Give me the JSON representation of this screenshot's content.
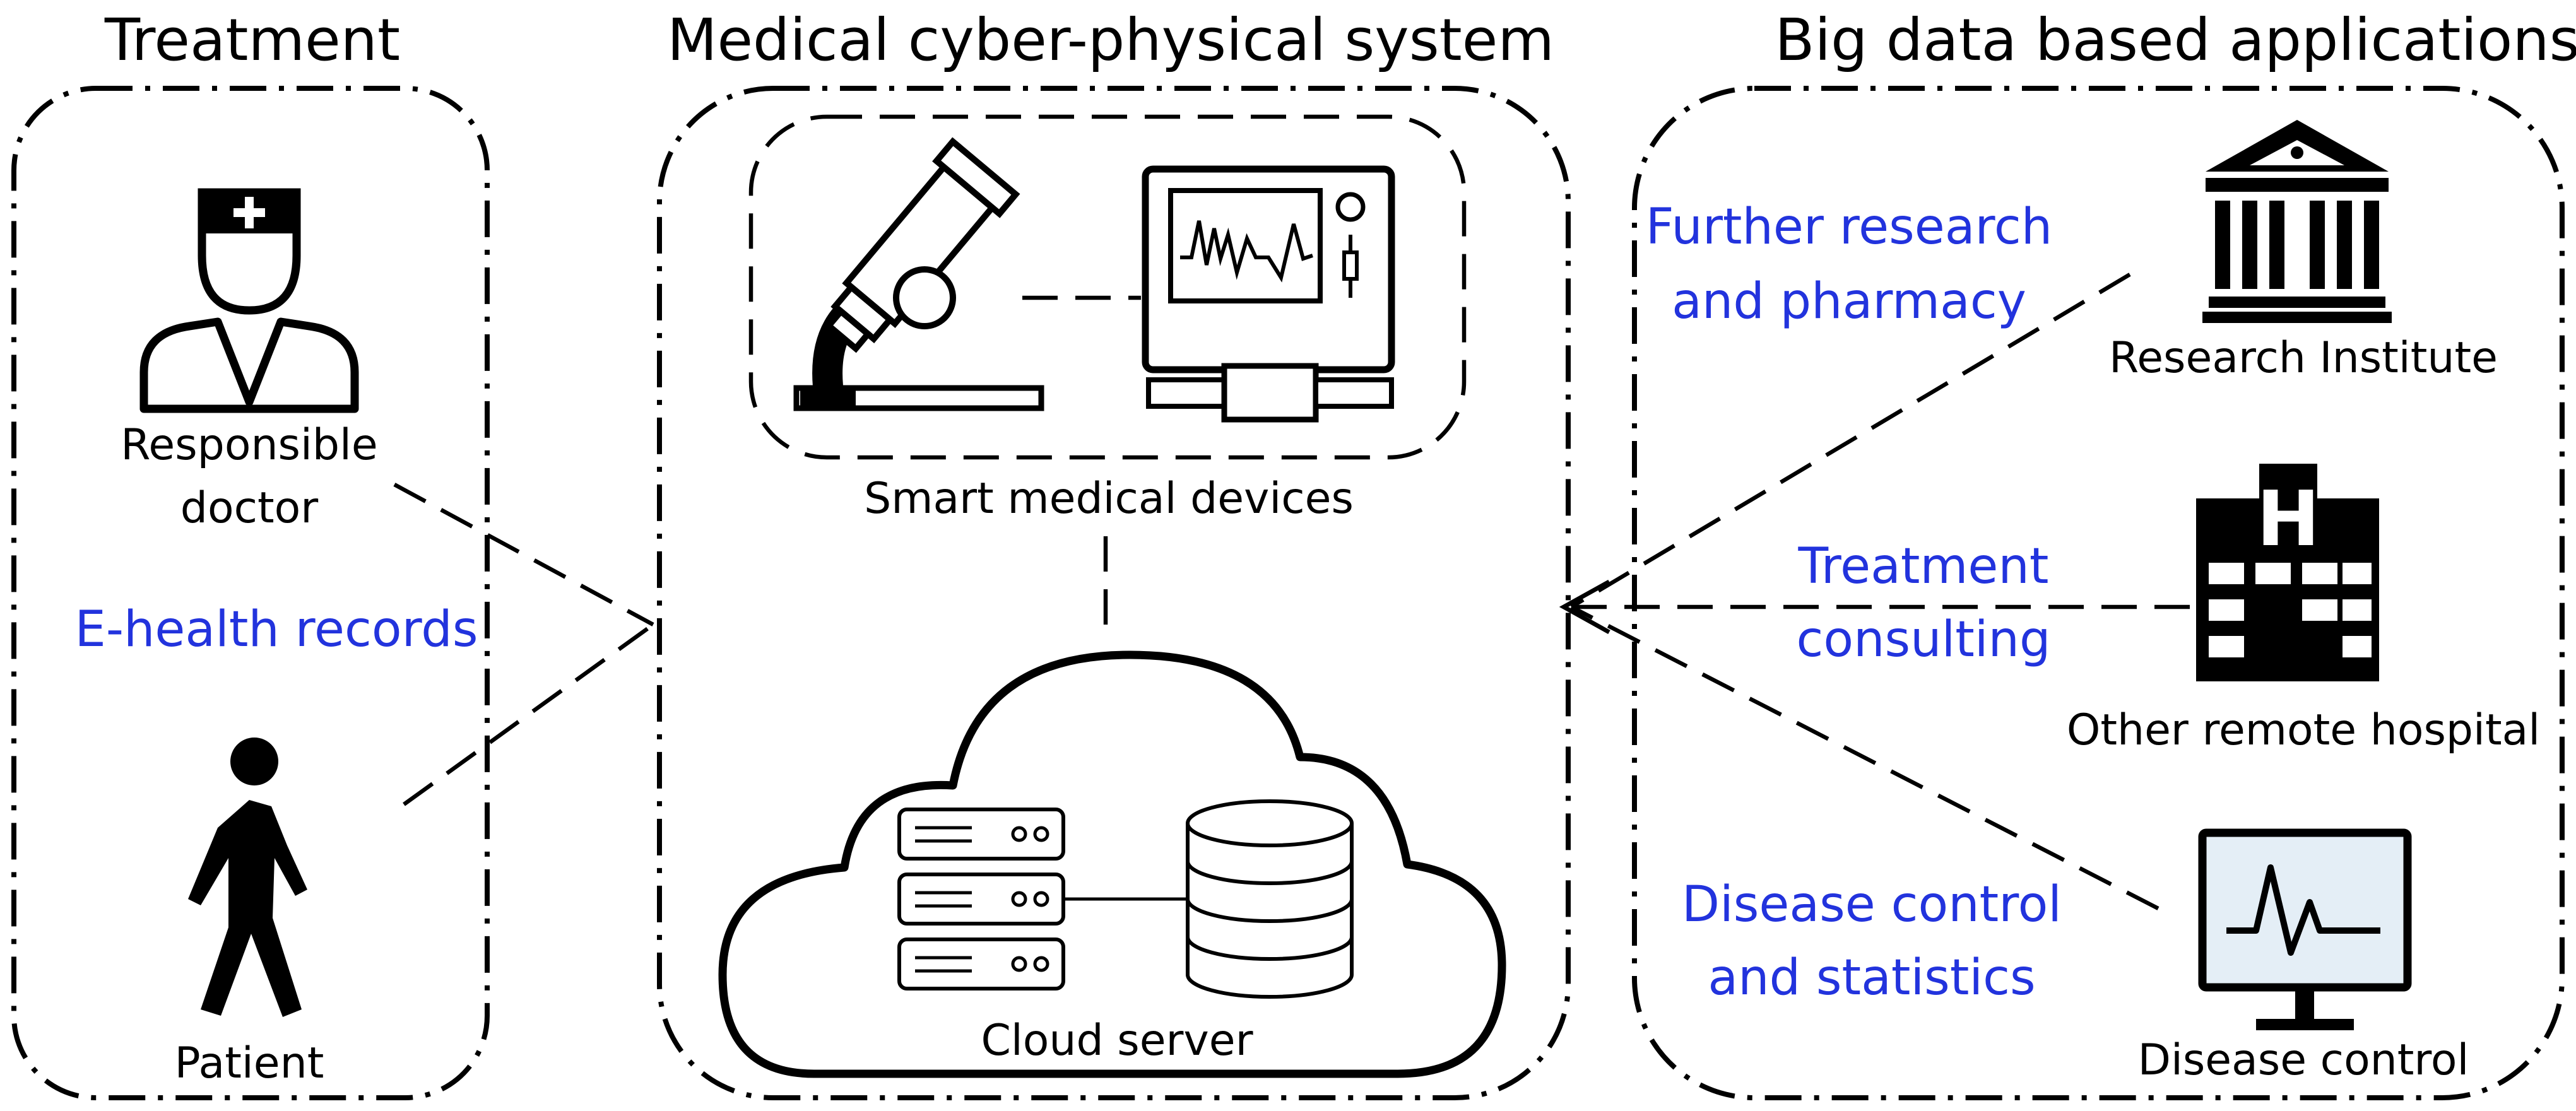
{
  "columns": {
    "treatment": "Treatment",
    "mcps": "Medical cyber-physical system",
    "big_data": "Big data based applications"
  },
  "treatment": {
    "doctor_line1": "Responsible",
    "doctor_line2": "doctor",
    "records_label": "E-health records",
    "patient": "Patient"
  },
  "mcps": {
    "devices_label": "Smart medical devices",
    "cloud_label": "Cloud server"
  },
  "applications": {
    "research_institute": "Research Institute",
    "remote_hospital": "Other remote hospital",
    "disease_control": "Disease control",
    "link_research_line1": "Further research",
    "link_research_line2": "and pharmacy",
    "link_treatment_line1": "Treatment",
    "link_treatment_line2": "consulting",
    "link_disease_line1": "Disease control",
    "link_disease_line2": "and statistics"
  },
  "colors": {
    "link_text": "#2233dd",
    "line": "#000000",
    "background": "#ffffff"
  },
  "icons": {
    "doctor": "doctor-icon",
    "patient": "walking-person-icon",
    "microscope": "microscope-icon",
    "monitor": "medical-monitor-icon",
    "cloud": "cloud-icon",
    "server": "server-rack-icon",
    "database": "database-icon",
    "institute": "institute-building-icon",
    "hospital": "hospital-icon",
    "disease": "ecg-monitor-icon"
  }
}
